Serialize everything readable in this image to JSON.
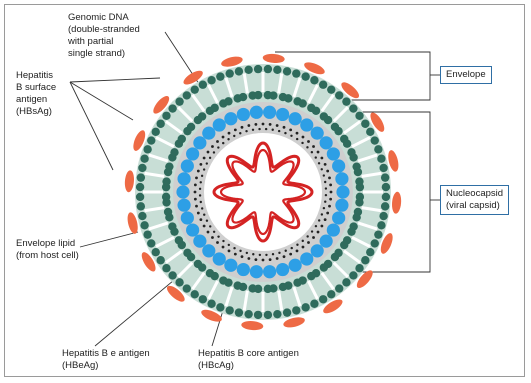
{
  "labels": {
    "genomic_dna": "Genomic DNA\n(double-stranded\nwith partial\nsingle strand)",
    "hbsag": "Hepatitis\nB surface\nantigen\n(HBsAg)",
    "envelope": "Envelope",
    "nucleocapsid": "Nucleocapsid\n(viral capsid)",
    "envelope_lipid": "Envelope lipid\n(from host cell)",
    "hbeag": "Hepatitis B e antigen\n(HBeAg)",
    "hbcag": "Hepatitis B core antigen\n(HBcAg)"
  },
  "colors": {
    "hbsag": "#ee6a45",
    "lipid_head": "#2f6b5c",
    "lipid_shell": "#c8ded6",
    "inner_gray": "#cfcfcf",
    "core_protein": "#2d9fe6",
    "dna": "#d42323",
    "hbeag_dots": "#222222",
    "leader": "#333333",
    "box_border": "#2f6fa5"
  }
}
